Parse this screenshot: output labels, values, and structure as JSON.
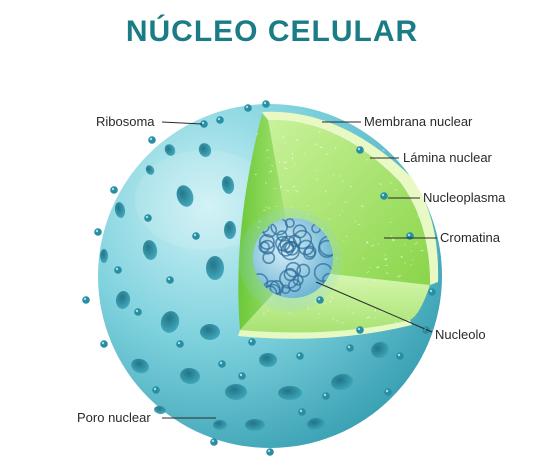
{
  "title": "NÚCLEO CELULAR",
  "labels": {
    "ribosoma": "Ribosoma",
    "membrana_nuclear": "Membrana nuclear",
    "lamina_nuclear": "Lámina nuclear",
    "nucleoplasma": "Nucleoplasma",
    "cromatina": "Cromatina",
    "nucleolo": "Nucleolo",
    "poro_nuclear": "Poro nuclear"
  },
  "colors": {
    "title": "#1a7d86",
    "sphere_light": "#bfeaf0",
    "sphere_mid": "#6fcbd8",
    "sphere_dark": "#2e9fb3",
    "pore": "#237f92",
    "ribosome": "#2a8ea3",
    "cut_green_light": "#d6f7a9",
    "cut_green": "#8fdc4e",
    "cut_green_dark": "#5bbd2a",
    "nucleolus": "#8fc9e3"
  }
}
